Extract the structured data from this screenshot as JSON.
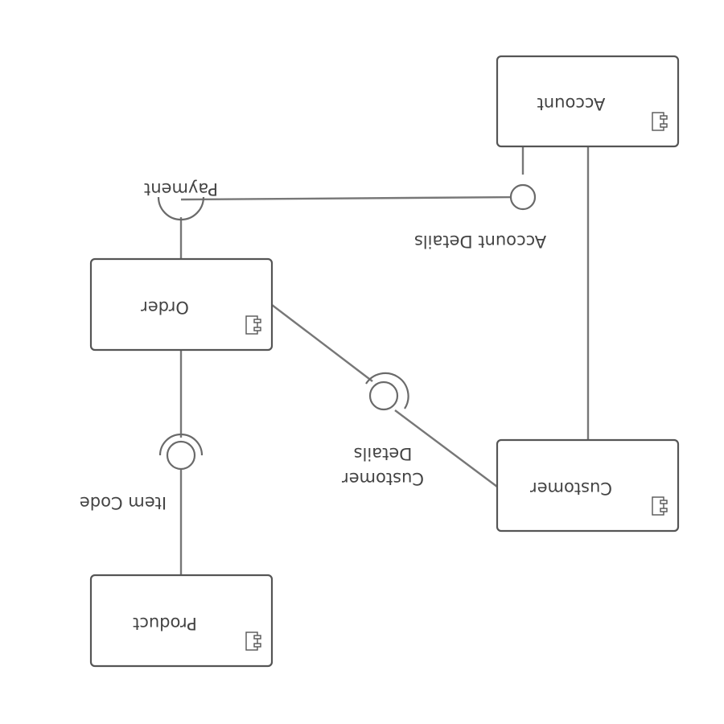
{
  "components": {
    "account": "Account",
    "order": "Order",
    "customer": "Customer",
    "product": "Product"
  },
  "interfaces": {
    "payment": "Payment",
    "account_details": "Account Details",
    "customer_details_line1": "Customer",
    "customer_details_line2": "Details",
    "item_code": "Item Code"
  },
  "icons": {
    "component": "uml-component-icon"
  }
}
